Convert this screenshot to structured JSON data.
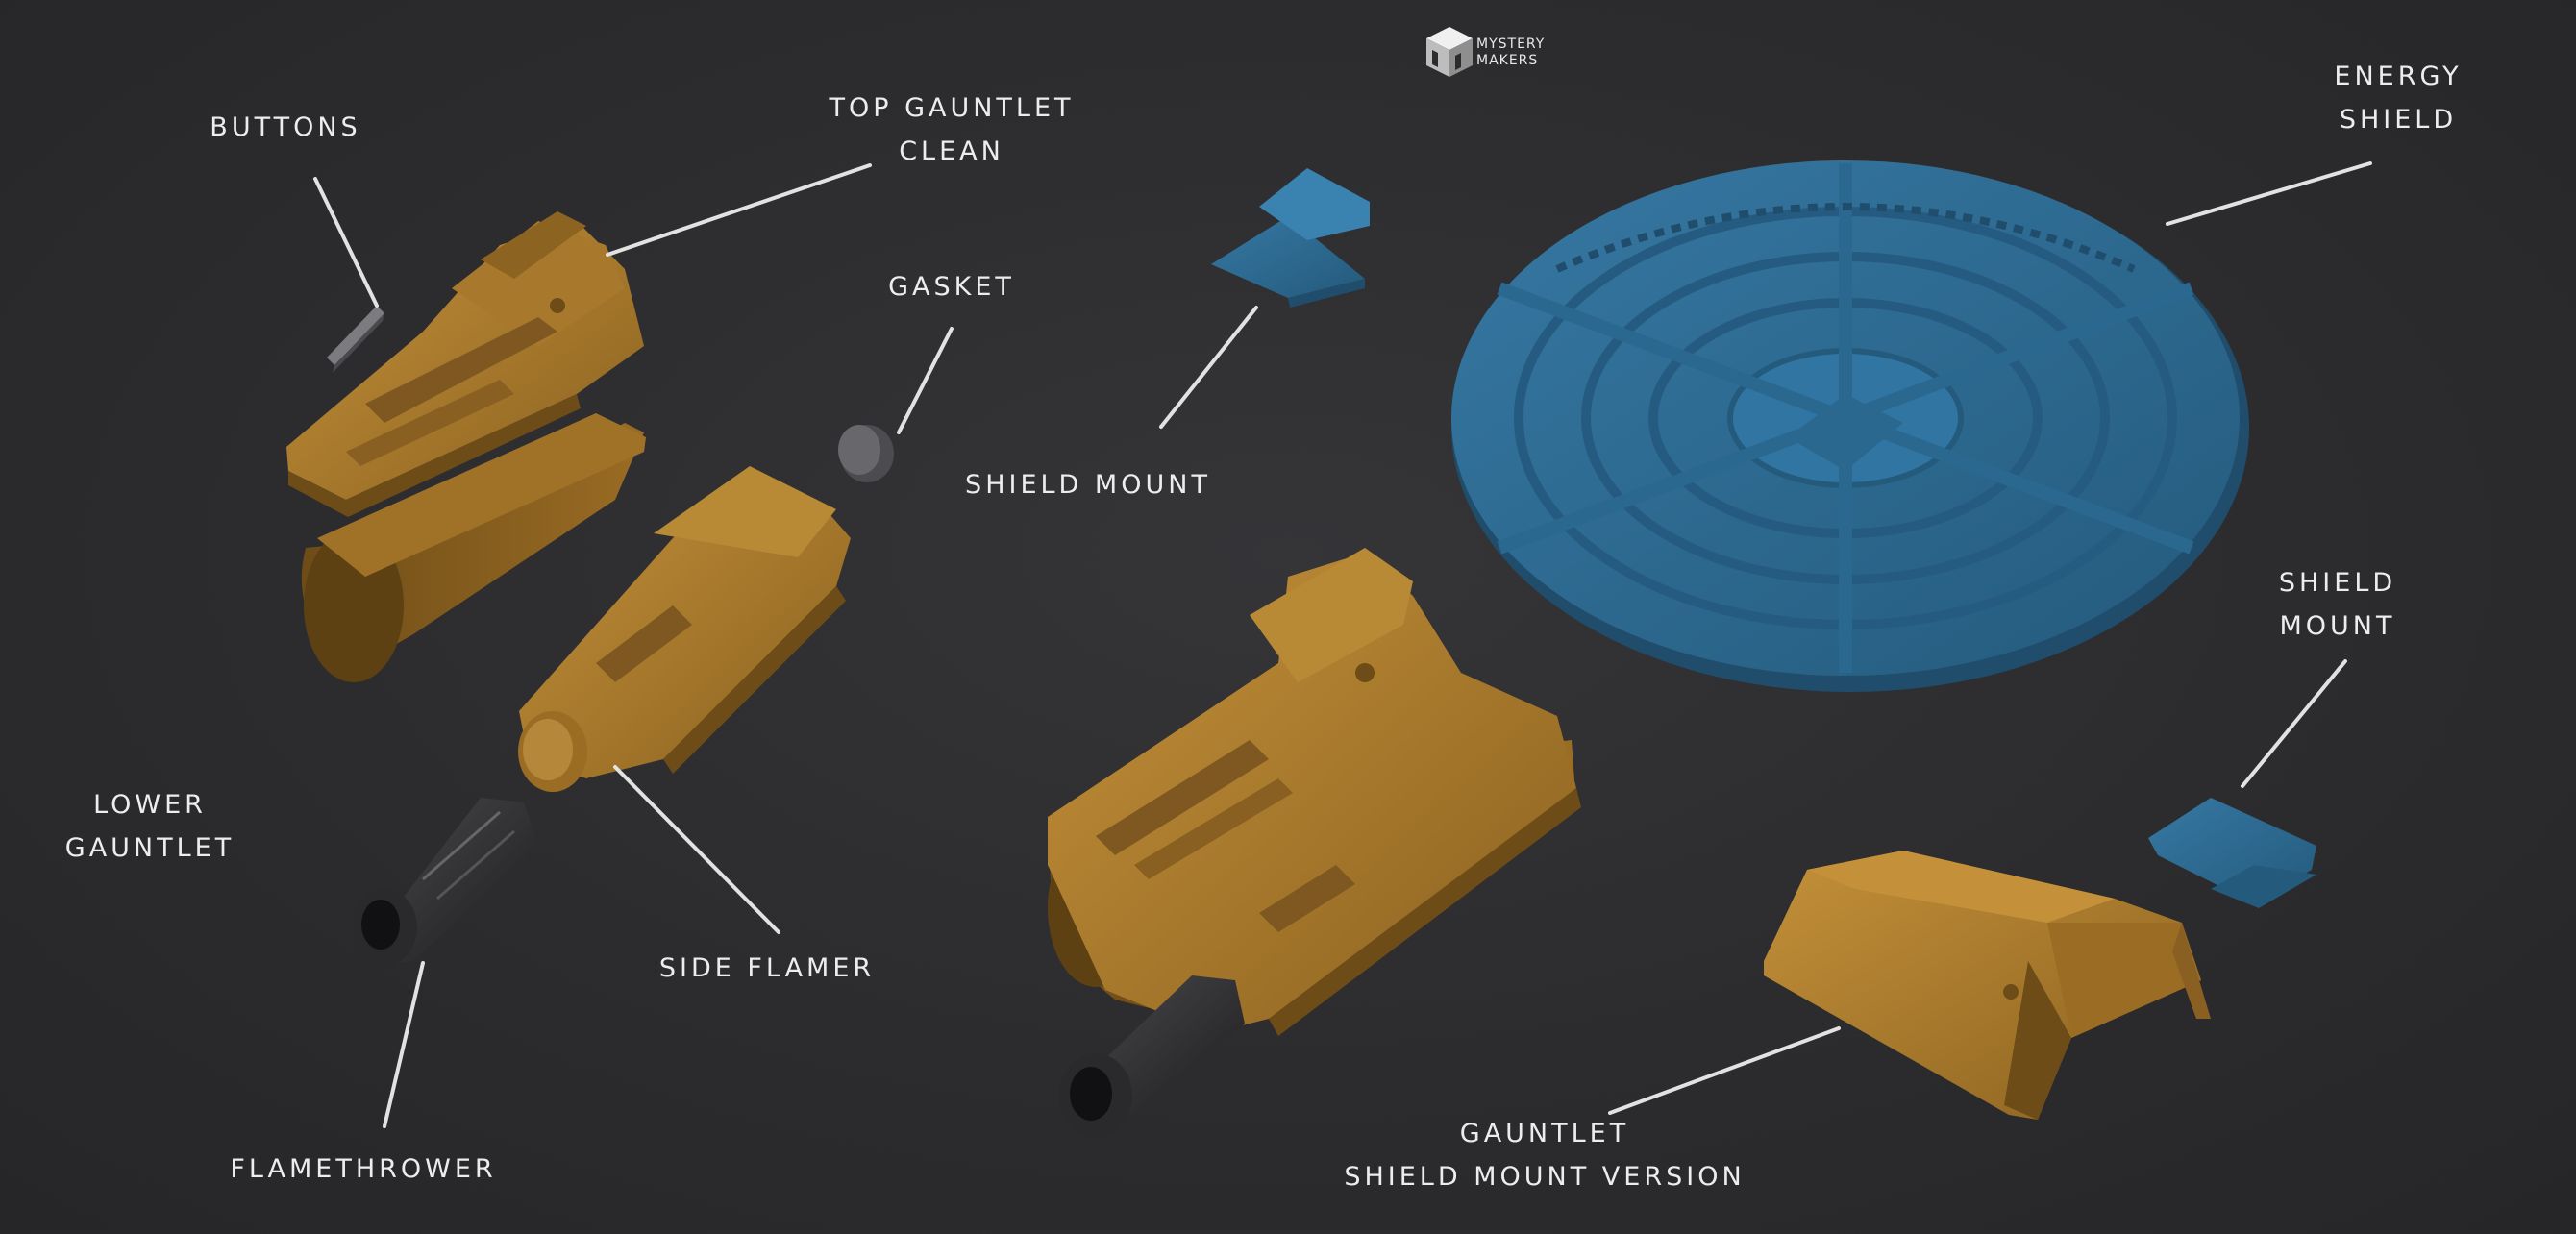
{
  "brand": {
    "line1": "MYSTERY",
    "line2": "MAKERS"
  },
  "labels": {
    "buttons": "BUTTONS",
    "top_gauntlet_1": "TOP GAUNTLET",
    "top_gauntlet_2": "CLEAN",
    "gasket": "GASKET",
    "shield_mount_top": "SHIELD MOUNT",
    "energy_shield_1": "ENERGY",
    "energy_shield_2": "SHIELD",
    "shield_mount_right_1": "SHIELD",
    "shield_mount_right_2": "MOUNT",
    "lower_gauntlet_1": "LOWER",
    "lower_gauntlet_2": "GAUNTLET",
    "side_flamer": "SIDE FLAMER",
    "flamethrower": "FLAMETHROWER",
    "gauntlet_shield_1": "GAUNTLET",
    "gauntlet_shield_2": "SHIELD MOUNT VERSION"
  },
  "colors": {
    "background": "#2c2c2e",
    "gold": "#b07f2f",
    "blue": "#2f6b92",
    "black_part": "#2a2a2c",
    "leader_line": "#e2e2e2",
    "text": "#ededed"
  }
}
